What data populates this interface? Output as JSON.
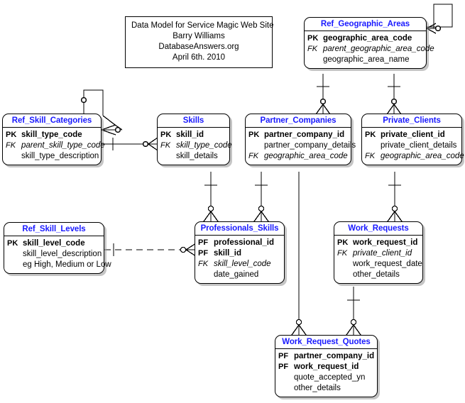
{
  "diagram": {
    "title_block": {
      "lines": [
        "Data Model for Service Magic Web Site",
        "Barry Williams",
        "DatabaseAnswers.org",
        "April 6th. 2010"
      ]
    },
    "accent_color": "#1a1aff",
    "line_color": "#000000",
    "background": "#ffffff",
    "entities": [
      {
        "id": "ref_geographic_areas",
        "name": "Ref_Geographic_Areas",
        "attributes": [
          {
            "key": "PK",
            "name": "geographic_area_code"
          },
          {
            "key": "FK",
            "name": "parent_geographic_area_code"
          },
          {
            "key": "",
            "name": "geographic_area_name"
          }
        ]
      },
      {
        "id": "ref_skill_categories",
        "name": "Ref_Skill_Categories",
        "attributes": [
          {
            "key": "PK",
            "name": "skill_type_code"
          },
          {
            "key": "FK",
            "name": "parent_skill_type_code"
          },
          {
            "key": "",
            "name": "skill_type_description"
          }
        ]
      },
      {
        "id": "skills",
        "name": "Skills",
        "attributes": [
          {
            "key": "PK",
            "name": "skill_id"
          },
          {
            "key": "FK",
            "name": "skill_type_code"
          },
          {
            "key": "",
            "name": "skill_details"
          }
        ]
      },
      {
        "id": "partner_companies",
        "name": "Partner_Companies",
        "attributes": [
          {
            "key": "PK",
            "name": "partner_company_id"
          },
          {
            "key": "",
            "name": "partner_company_details"
          },
          {
            "key": "FK",
            "name": "geographic_area_code"
          }
        ]
      },
      {
        "id": "private_clients",
        "name": "Private_Clients",
        "attributes": [
          {
            "key": "PK",
            "name": "private_client_id"
          },
          {
            "key": "",
            "name": "private_client_details"
          },
          {
            "key": "FK",
            "name": "geographic_area_code"
          }
        ]
      },
      {
        "id": "ref_skill_levels",
        "name": "Ref_Skill_Levels",
        "attributes": [
          {
            "key": "PK",
            "name": "skill_level_code"
          },
          {
            "key": "",
            "name": "skill_level_description"
          },
          {
            "key": "",
            "name": "eg High, Medium or Low"
          }
        ]
      },
      {
        "id": "professionals_skills",
        "name": "Professionals_Skills",
        "attributes": [
          {
            "key": "PF",
            "name": "professional_id"
          },
          {
            "key": "PF",
            "name": "skill_id"
          },
          {
            "key": "FK",
            "name": "skill_level_code"
          },
          {
            "key": "",
            "name": "date_gained"
          }
        ]
      },
      {
        "id": "work_requests",
        "name": "Work_Requests",
        "attributes": [
          {
            "key": "PK",
            "name": "work_request_id"
          },
          {
            "key": "FK",
            "name": "private_client_id"
          },
          {
            "key": "",
            "name": "work_request_date"
          },
          {
            "key": "",
            "name": "other_details"
          }
        ]
      },
      {
        "id": "work_request_quotes",
        "name": "Work_Request_Quotes",
        "attributes": [
          {
            "key": "PF",
            "name": "partner_company_id"
          },
          {
            "key": "PF",
            "name": "work_request_id"
          },
          {
            "key": "",
            "name": "quote_accepted_yn"
          },
          {
            "key": "",
            "name": "other_details"
          }
        ]
      }
    ],
    "relationships": [
      {
        "from": "ref_geographic_areas",
        "to": "ref_geographic_areas",
        "style": "solid",
        "note": "self-referencing parent area"
      },
      {
        "from": "ref_geographic_areas",
        "to": "partner_companies",
        "style": "solid"
      },
      {
        "from": "ref_geographic_areas",
        "to": "private_clients",
        "style": "solid"
      },
      {
        "from": "ref_skill_categories",
        "to": "ref_skill_categories",
        "style": "solid",
        "note": "self-referencing parent skill type"
      },
      {
        "from": "ref_skill_categories",
        "to": "skills",
        "style": "solid"
      },
      {
        "from": "ref_skill_levels",
        "to": "professionals_skills",
        "style": "dashed"
      },
      {
        "from": "skills",
        "to": "professionals_skills",
        "style": "solid"
      },
      {
        "from": "partner_companies",
        "to": "professionals_skills",
        "style": "solid"
      },
      {
        "from": "partner_companies",
        "to": "work_request_quotes",
        "style": "solid"
      },
      {
        "from": "private_clients",
        "to": "work_requests",
        "style": "solid"
      },
      {
        "from": "work_requests",
        "to": "work_request_quotes",
        "style": "solid"
      }
    ]
  }
}
